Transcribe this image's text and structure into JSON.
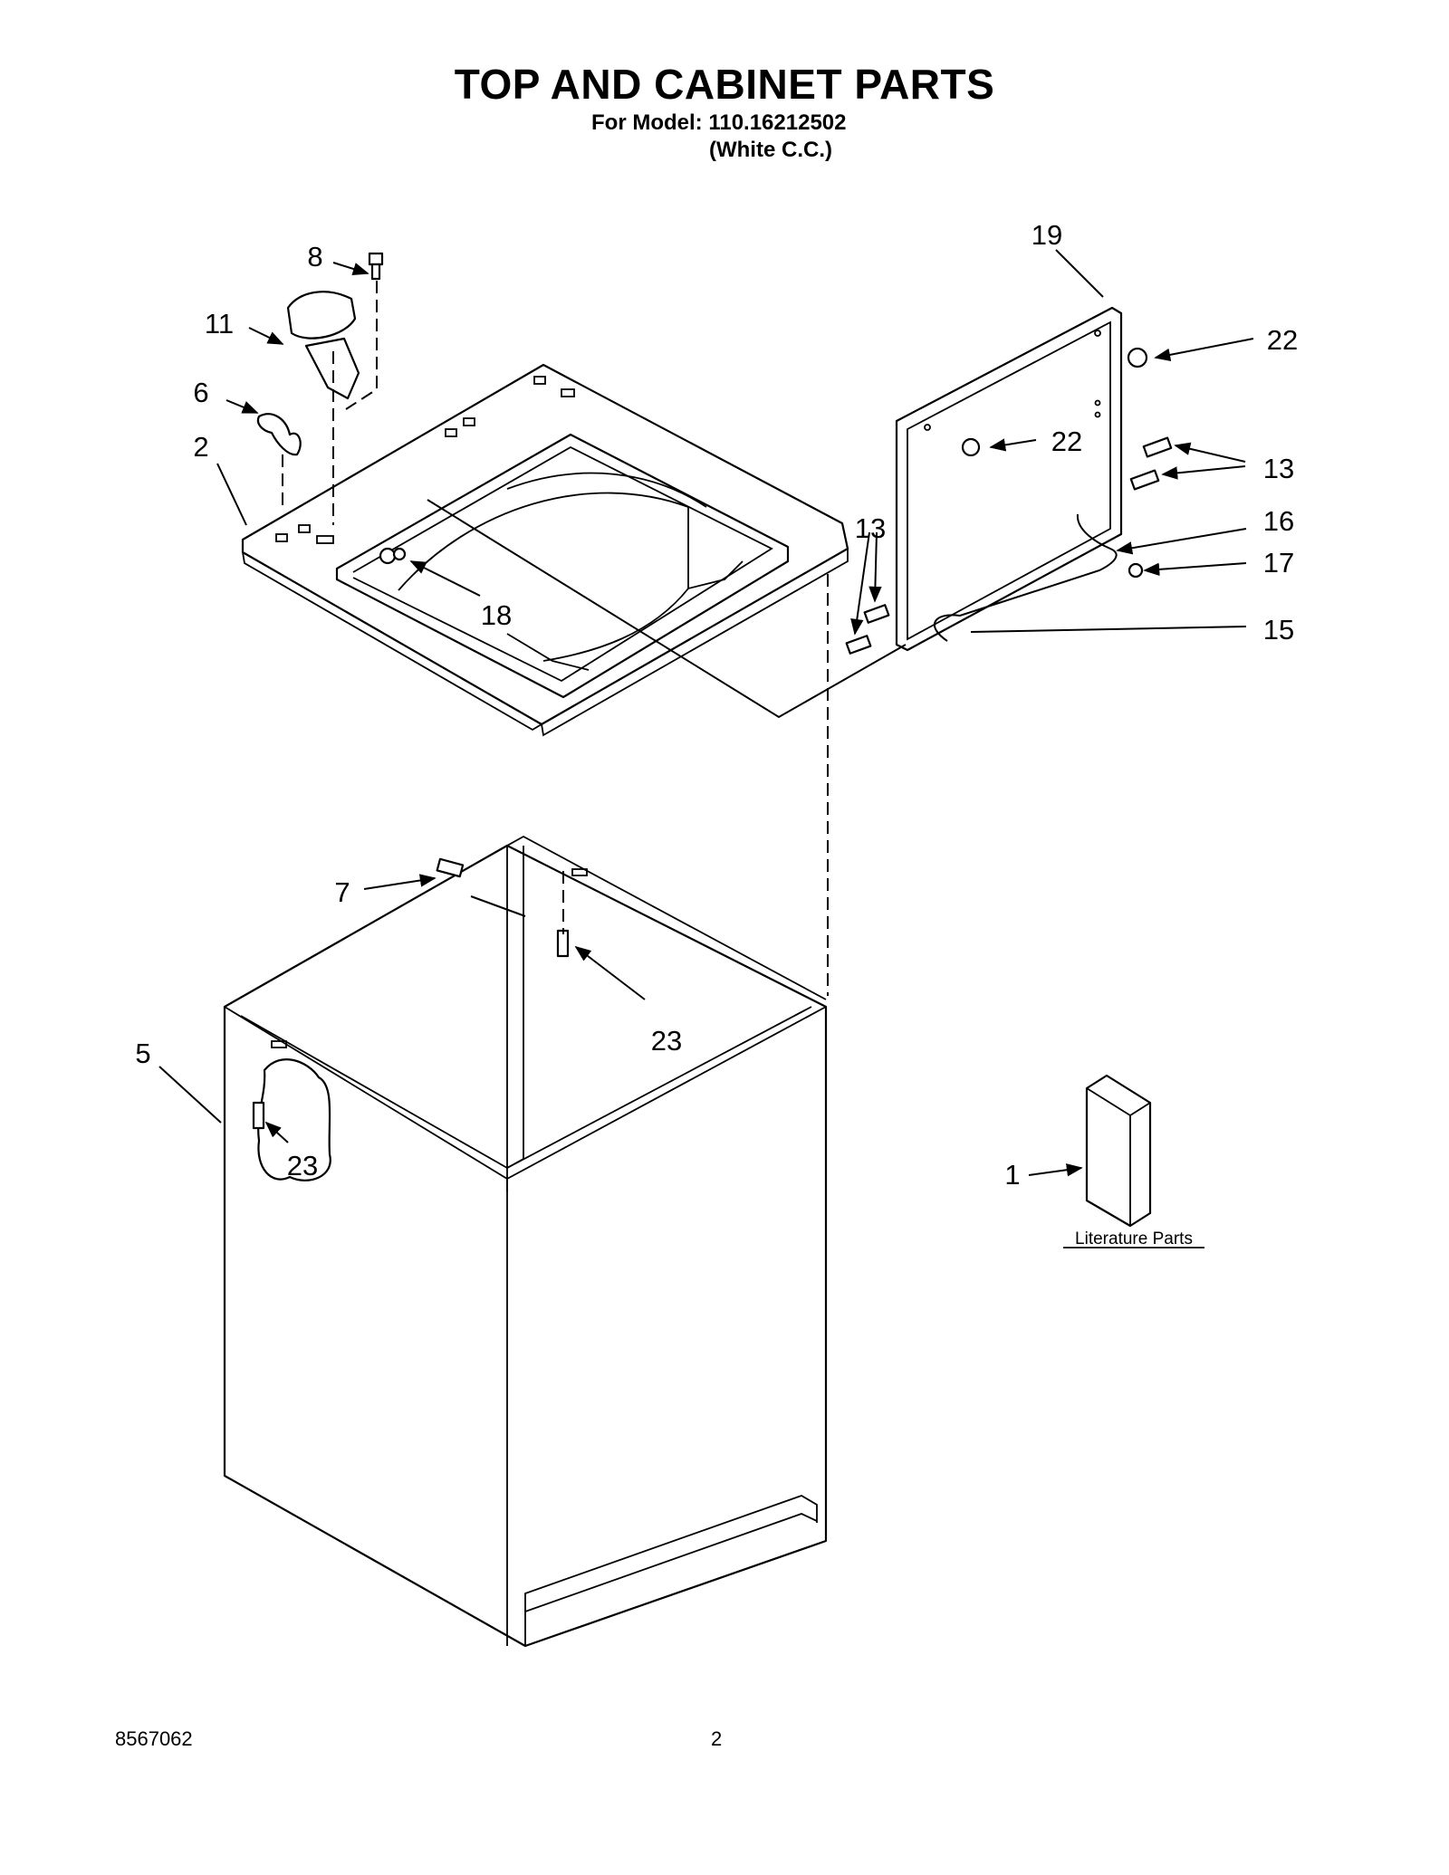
{
  "header": {
    "title": "TOP AND CABINET PARTS",
    "model_line": "For Model: 110.16212502",
    "variant_line": "(White C.C.)"
  },
  "callouts": [
    "8",
    "11",
    "6",
    "2",
    "19",
    "22",
    "22",
    "13",
    "13",
    "16",
    "17",
    "15",
    "18",
    "7",
    "23",
    "5",
    "23",
    "1"
  ],
  "literature": {
    "label": "Literature Parts"
  },
  "footer": {
    "doc_number": "8567062",
    "page_number": "2"
  }
}
